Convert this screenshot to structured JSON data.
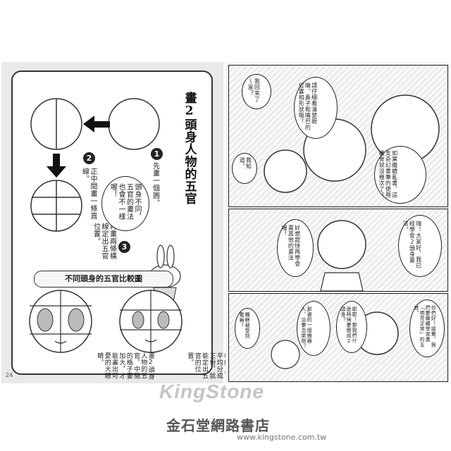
{
  "left_page": {
    "title": "畫2頭身人物的五官",
    "steps": [
      {
        "num": "1",
        "text": "先畫一個圓。"
      },
      {
        "num": "2",
        "text": "正中間畫一條直線。"
      },
      {
        "num": "3",
        "text": "再畫兩條橫線定出五官位置。"
      }
    ],
    "speech": "頭身不同，五官的畫法也會不一樣喔！",
    "comparison_title": "不同頭身的五官比較圖",
    "caption_left": "畫2頭身人物的五官，中間的格子要加大，才能畫出可愛的大眼睛。",
    "caption_right": "一般的畫法只要在橫線上下平均分成三份，就能定出五官的位置。",
    "page_number": "24"
  },
  "right_page": {
    "bubbles": [
      {
        "text": "我回來了～家？"
      },
      {
        "text": "請仔細看清楚眼睛、鼻子和嘴巴的位置和形狀哦！"
      },
      {
        "text": "如果繼續亂畫，這支奇幻畫筆的使用機會就沒幾次了！"
      },
      {
        "text": "我知道。"
      },
      {
        "text": "嗨！大家好，我已經學會2頭身畫法。"
      },
      {
        "text": "好想趕快再學會畫其他的畫法喔！"
      },
      {
        "text": "你們好！接著，我們要繼續學習畫「明亮正常」的五官。"
      },
      {
        "text": "耶耶！那我們什麼時候要變成2頭身？"
      },
      {
        "text": "那邊的一個機器人，這要怎麼辦？"
      },
      {
        "text": "糟糕被受到驚嚇！"
      }
    ]
  },
  "watermark": {
    "brand": "KingStone",
    "cn": "金石堂網路書店",
    "url": "www.kingstone.com.tw"
  }
}
